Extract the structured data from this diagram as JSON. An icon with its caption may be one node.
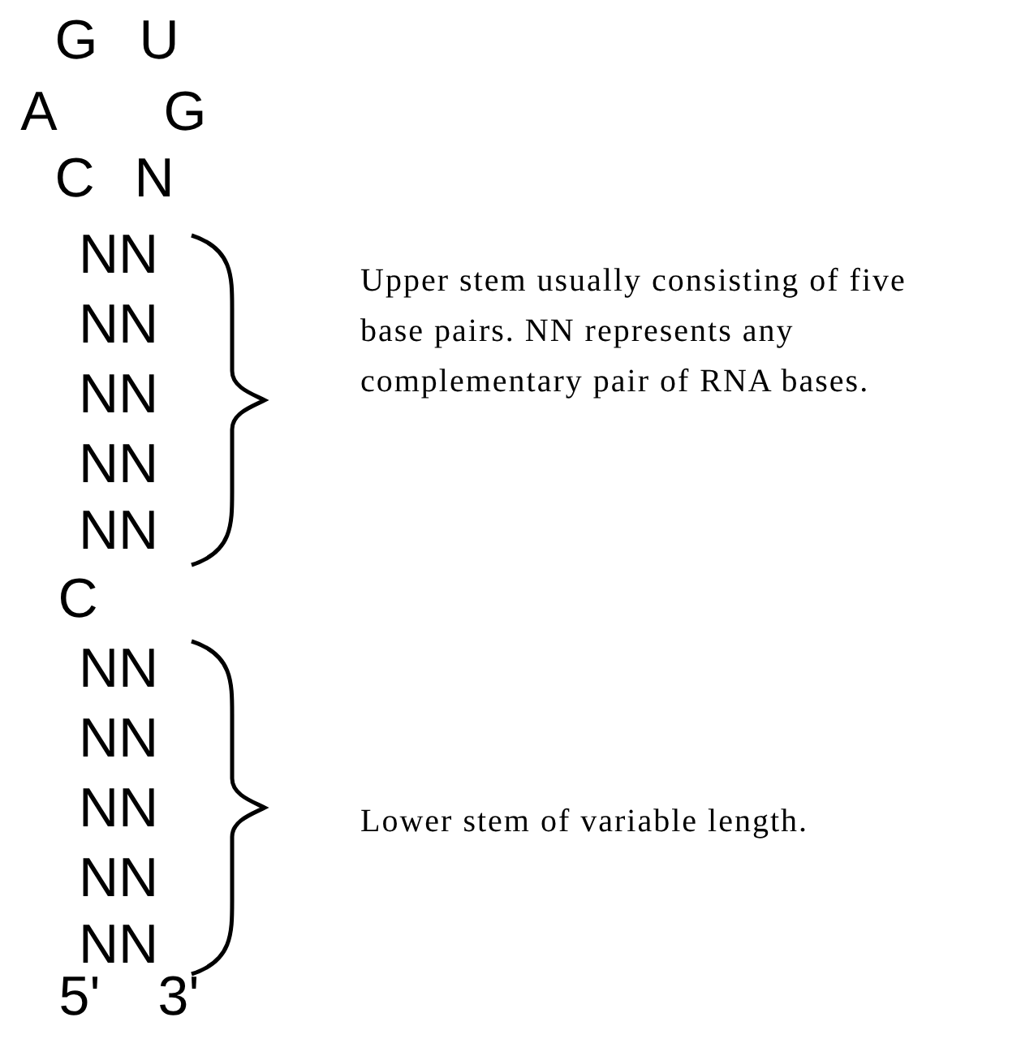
{
  "diagram": {
    "labels": [
      "G",
      "U",
      "A",
      "G",
      "C",
      "N",
      "NN",
      "NN",
      "NN",
      "NN",
      "NN",
      "Upper stem usually consisting of five base pairs. NN represents any complementary pair of RNA bases.",
      "C",
      "NN",
      "NN",
      "NN",
      "NN",
      "NN",
      "Lower stem of variable length.",
      "5'",
      "3'"
    ]
  }
}
